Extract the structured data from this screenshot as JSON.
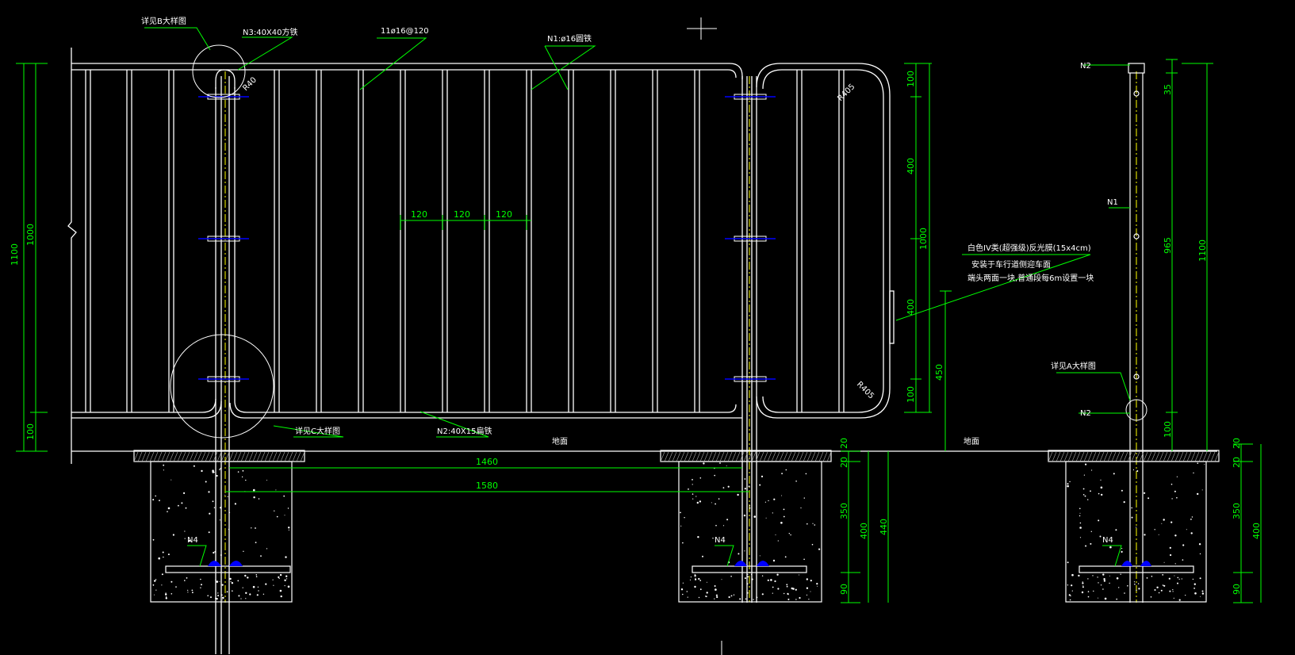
{
  "labels": {
    "detail_b": "详见B大样图",
    "n3": "N3:40X40方铁",
    "r40": "R40",
    "spacing_bars": "11ø16@120",
    "n1_top": "N1:ø16圆铁",
    "dim_120a": "120",
    "dim_120b": "120",
    "dim_120c": "120",
    "detail_c": "详见C大样图",
    "n2_bottom": "N2:40X15扁铁",
    "ground_a": "地面",
    "ground_b": "地面",
    "r405_top": "R405",
    "r405_bottom": "R405",
    "reflector_1": "白色IV类(超强级)反光膜(15x4cm)",
    "reflector_2": "安装于车行道侧迎车面",
    "reflector_3": "端头两面一块,普通段每6m设置一块",
    "n2_top": "N2",
    "n1_side": "N1",
    "detail_a": "详见A大样图",
    "n2_side": "N2",
    "n4_a": "N4",
    "n4_b": "N4",
    "n4_c": "N4"
  },
  "dims": {
    "left_1100": "1100",
    "left_1000": "1000",
    "left_100": "100",
    "r_100": "100",
    "r_400a": "400",
    "r_1000": "1000",
    "r_400b": "400",
    "r_100b": "100",
    "r_450": "450",
    "d_1460": "1460",
    "d_1580": "1580",
    "f_20": "20",
    "f_20b": "20",
    "f_350": "350",
    "f_400": "400",
    "f_440": "440",
    "f_90": "90",
    "s_35": "35",
    "s_965": "965",
    "s_1100": "1100",
    "s_100": "100",
    "s_20a": "20",
    "s_20b": "20",
    "s_350": "350",
    "s_400": "400",
    "s_90": "90"
  },
  "colors": {
    "line": "#ffffff",
    "dimension": "#00ff00",
    "centerline": "#ffff00",
    "anchor": "#0000ff"
  }
}
